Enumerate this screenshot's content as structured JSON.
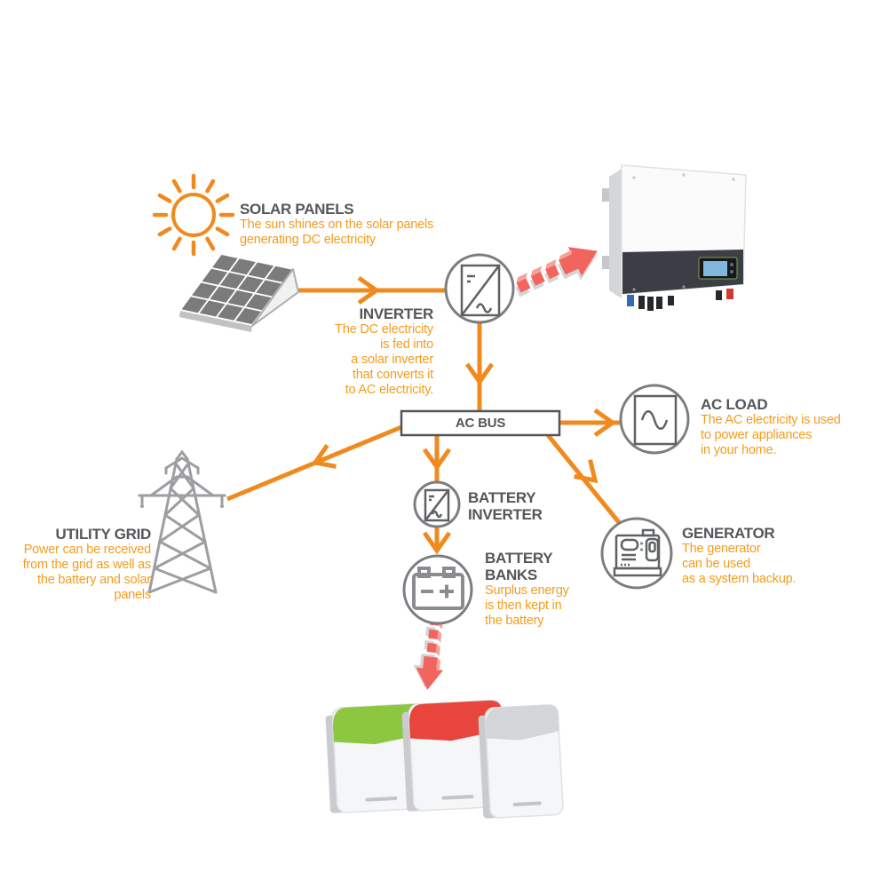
{
  "palette": {
    "orange_line": "#F08A1E",
    "orange_text": "#F49C1C",
    "heading": "#54565A",
    "gray_icon": "#7B7D80",
    "gray_light": "#9C9EA1",
    "panel_cell": "#7B7B7B",
    "red_arrow": "#F2655E",
    "red_arrow_light": "#F8A09A",
    "battery_green": "#8DC63F",
    "battery_red": "#E8453C",
    "battery_silver": "#D3D5D8",
    "lcd": "#7FB8DC"
  },
  "diagram": {
    "ac_bus": {
      "label": "AC BUS"
    },
    "solar_panels": {
      "title": "SOLAR PANELS",
      "desc": [
        "The sun shines on the solar panels",
        "generating DC electricity"
      ]
    },
    "inverter": {
      "title": "INVERTER",
      "desc": [
        "The DC electricity",
        "is fed into",
        "a solar inverter",
        "that converts it",
        "to AC electricity."
      ]
    },
    "ac_load": {
      "title": "AC LOAD",
      "desc": [
        "The AC electricity is used",
        "to power appliances",
        "in your home."
      ]
    },
    "utility_grid": {
      "title": "UTILITY GRID",
      "desc": [
        "Power can be received",
        "from the grid as well as",
        "the battery and solar panels"
      ]
    },
    "battery_inverter": {
      "title": "BATTERY INVERTER"
    },
    "battery_banks": {
      "title": "BATTERY BANKS",
      "desc": [
        "Surplus energy",
        "is then kept in",
        "the battery"
      ]
    },
    "generator": {
      "title": "GENERATOR",
      "desc": [
        "The generator",
        "can be used",
        "as a system backup."
      ]
    }
  }
}
